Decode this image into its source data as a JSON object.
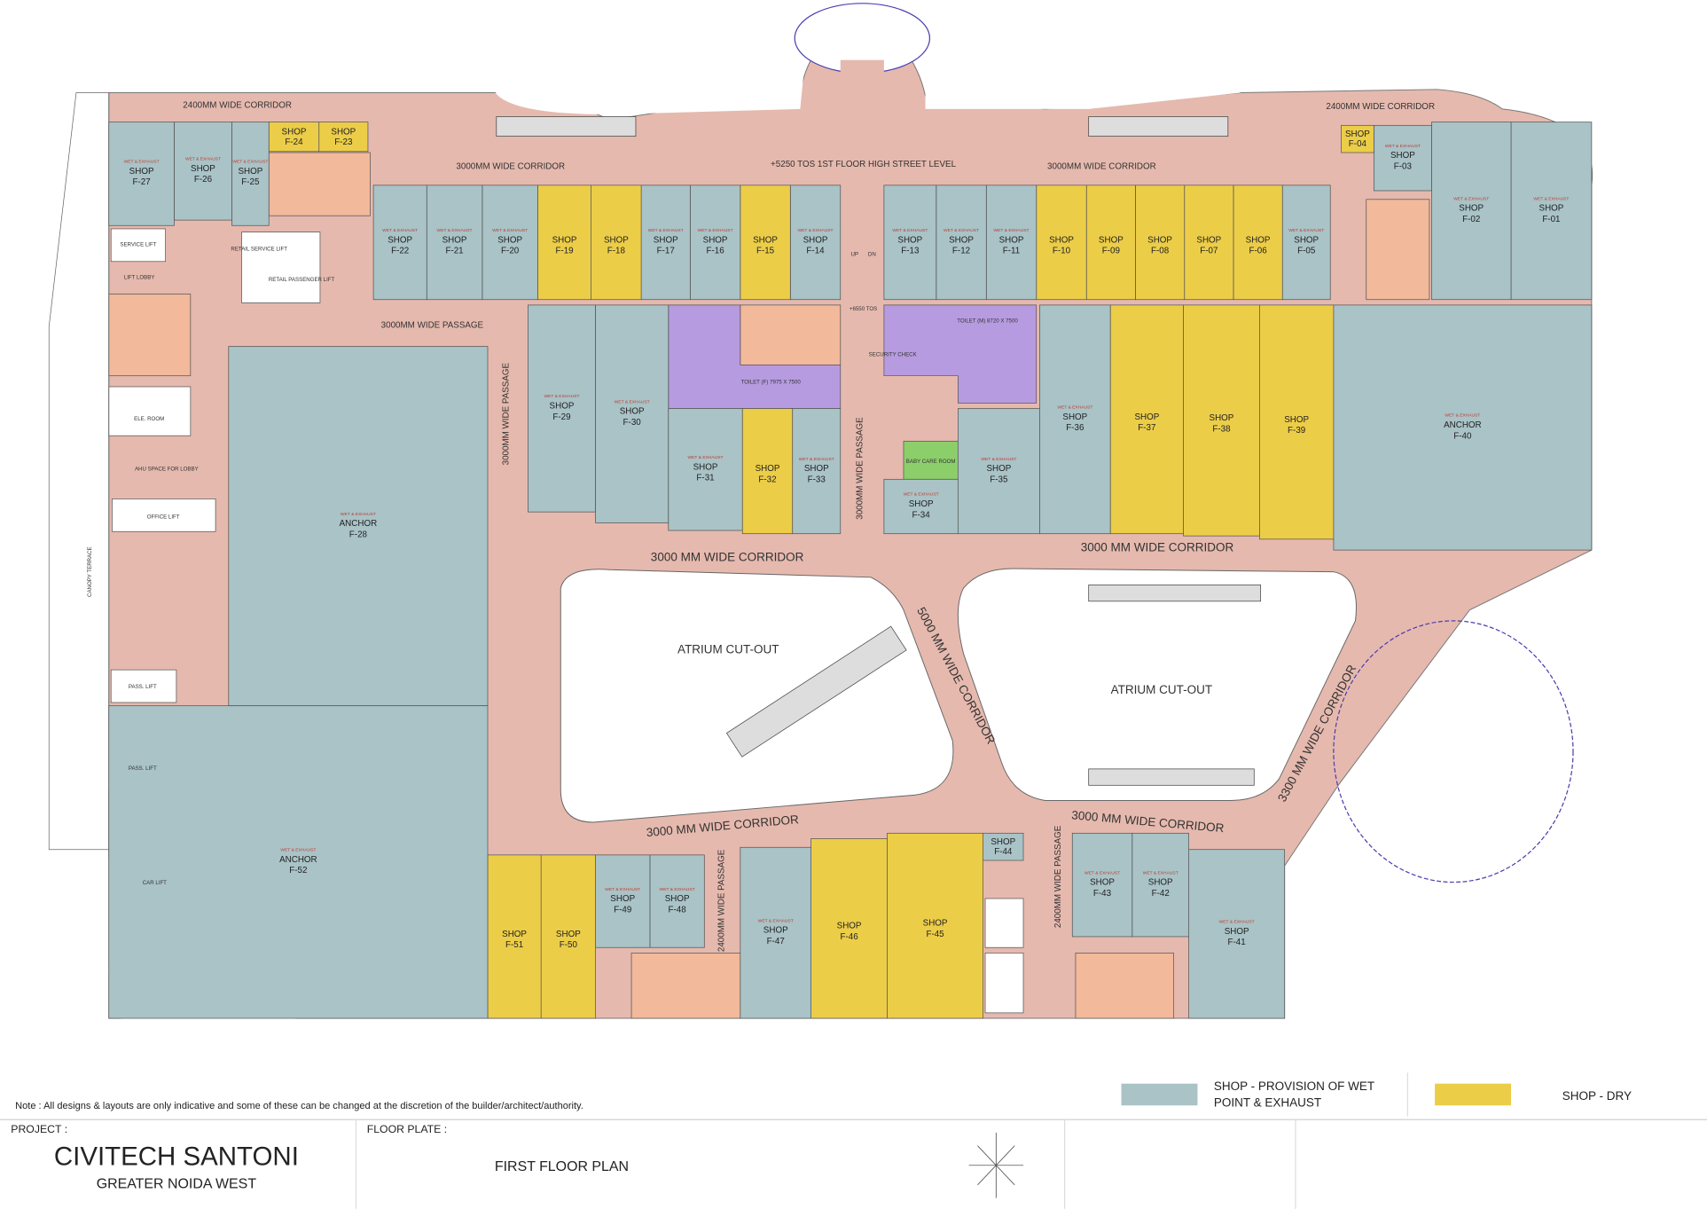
{
  "colors": {
    "wet": "#a9c3c7",
    "dry": "#eccd48",
    "corridor": "#e6b9ae",
    "stair": "#f2b99a",
    "toilet": "#b79be0",
    "atrium": "#ffffff",
    "wall": "#555555"
  },
  "shop_prefix": "SHOP",
  "anchor_prefix": "ANCHOR",
  "wet_note": "WET & EXHAUST",
  "shops": [
    {
      "id": "F-01",
      "type": "wet"
    },
    {
      "id": "F-02",
      "type": "wet"
    },
    {
      "id": "F-03",
      "type": "wet"
    },
    {
      "id": "F-04",
      "type": "dry"
    },
    {
      "id": "F-05",
      "type": "wet"
    },
    {
      "id": "F-06",
      "type": "dry"
    },
    {
      "id": "F-07",
      "type": "dry"
    },
    {
      "id": "F-08",
      "type": "dry"
    },
    {
      "id": "F-09",
      "type": "dry"
    },
    {
      "id": "F-10",
      "type": "dry"
    },
    {
      "id": "F-11",
      "type": "wet"
    },
    {
      "id": "F-12",
      "type": "wet"
    },
    {
      "id": "F-13",
      "type": "wet"
    },
    {
      "id": "F-14",
      "type": "wet"
    },
    {
      "id": "F-15",
      "type": "dry"
    },
    {
      "id": "F-16",
      "type": "wet"
    },
    {
      "id": "F-17",
      "type": "wet"
    },
    {
      "id": "F-18",
      "type": "dry"
    },
    {
      "id": "F-19",
      "type": "dry"
    },
    {
      "id": "F-20",
      "type": "wet"
    },
    {
      "id": "F-21",
      "type": "wet"
    },
    {
      "id": "F-22",
      "type": "wet"
    },
    {
      "id": "F-23",
      "type": "dry"
    },
    {
      "id": "F-24",
      "type": "dry"
    },
    {
      "id": "F-25",
      "type": "wet"
    },
    {
      "id": "F-26",
      "type": "wet"
    },
    {
      "id": "F-27",
      "type": "wet"
    },
    {
      "id": "F-28",
      "type": "wet",
      "anchor": true
    },
    {
      "id": "F-29",
      "type": "wet"
    },
    {
      "id": "F-30",
      "type": "wet"
    },
    {
      "id": "F-31",
      "type": "wet"
    },
    {
      "id": "F-32",
      "type": "dry"
    },
    {
      "id": "F-33",
      "type": "wet"
    },
    {
      "id": "F-34",
      "type": "wet"
    },
    {
      "id": "F-35",
      "type": "wet"
    },
    {
      "id": "F-36",
      "type": "wet"
    },
    {
      "id": "F-37",
      "type": "dry"
    },
    {
      "id": "F-38",
      "type": "dry"
    },
    {
      "id": "F-39",
      "type": "dry"
    },
    {
      "id": "F-40",
      "type": "wet",
      "anchor": true
    },
    {
      "id": "F-41",
      "type": "wet"
    },
    {
      "id": "F-42",
      "type": "wet"
    },
    {
      "id": "F-43",
      "type": "wet"
    },
    {
      "id": "F-44",
      "type": "wet"
    },
    {
      "id": "F-45",
      "type": "dry"
    },
    {
      "id": "F-46",
      "type": "dry"
    },
    {
      "id": "F-47",
      "type": "wet"
    },
    {
      "id": "F-48",
      "type": "wet"
    },
    {
      "id": "F-49",
      "type": "wet"
    },
    {
      "id": "F-50",
      "type": "dry"
    },
    {
      "id": "F-51",
      "type": "dry"
    },
    {
      "id": "F-52",
      "type": "wet",
      "anchor": true
    }
  ],
  "labels": {
    "corridor_2400_left": "2400MM WIDE CORRIDOR",
    "corridor_2400_right": "2400MM WIDE CORRIDOR",
    "corridor_3000_top_left": "3000MM WIDE CORRIDOR",
    "corridor_3000_top_right": "3000MM WIDE CORRIDOR",
    "high_street": "+5250 TOS 1ST FLOOR HIGH STREET LEVEL",
    "passage_3000": "3000MM WIDE PASSAGE",
    "passage_3000_vertical": "3000MM WIDE PASSAGE",
    "passage_3000_center": "3000MM WIDE PASSAGE",
    "corridor_mid_left": "3000 MM WIDE CORRIDOR",
    "corridor_mid_right": "3000 MM WIDE CORRIDOR",
    "corridor_5000": "5000 MM WIDE CORRIDOR",
    "corridor_3300": "3300 MM WIDE CORRIDOR",
    "corridor_bottom_left": "3000 MM WIDE CORRIDOR",
    "corridor_bottom_right": "3000 MM WIDE CORRIDOR",
    "passage_2400_a": "2400MM WIDE PASSAGE",
    "passage_2400_b": "2400MM WIDE PASSAGE",
    "atrium_1": "ATRIUM CUT-OUT",
    "atrium_2": "ATRIUM CUT-OUT",
    "toilet_f": "TOILET (F) 7975 X 7500",
    "toilet_m": "TOILET (M) 8720 X 7500",
    "ahu": "AHU SPACE FOR LOBBY",
    "ele_room": "ELE. ROOM",
    "canopy": "CANOPY TERRACE",
    "lift_lobby": "LIFT LOBBY",
    "service_lift": "SERVICE LIFT",
    "retail_service_lift": "RETAIL SERVICE LIFT",
    "retail_passenger_lift": "RETAIL PASSENGER LIFT",
    "pass_lift": "PASS. LIFT",
    "office_lift": "OFFICE LIFT",
    "car_lift": "CAR LIFT",
    "security": "SECURITY CHECK",
    "baby_care": "BABY CARE ROOM",
    "up": "UP",
    "dn": "DN",
    "tos_6550": "+6550 TOS"
  },
  "legend": {
    "wet_label_1": "SHOP - PROVISION OF WET",
    "wet_label_2": "POINT & EXHAUST",
    "dry_label": "SHOP - DRY"
  },
  "note": "Note : All designs & layouts are only indicative and some of these can be changed at the discretion of the builder/architect/authority.",
  "title_block": {
    "project_caption": "PROJECT :",
    "project_name": "CIVITECH SANTONI",
    "project_location": "GREATER NOIDA WEST",
    "floor_plate_caption": "FLOOR PLATE :",
    "floor_plate": "FIRST FLOOR PLAN"
  }
}
